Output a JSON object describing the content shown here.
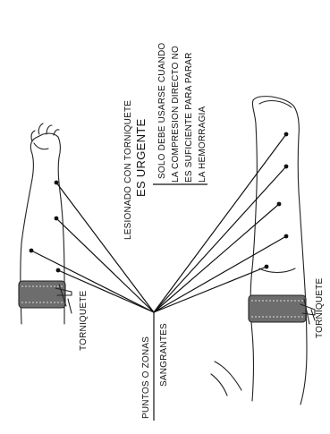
{
  "texts": {
    "urgent_line1": "LESIONADO CON TORNIQUETE",
    "urgent_line2": "ES URGENTE",
    "note_line1": "SOLO DEBE USARSE CUANDO",
    "note_line2": "LA COMPRESION DIRECTO NO",
    "note_line3": "ES SUFICIENTE PARA PARAR",
    "note_line4": "LA HEMORRAGIA",
    "points_line1": "PUNTOS O ZONAS",
    "points_line2": "SANGRANTES",
    "tourniquet_arm": "TORNIQUETE",
    "tourniquet_leg": "TORNIQUETE"
  },
  "colors": {
    "ink": "#111111",
    "band_fill": "#6d6d6d",
    "background": "#ffffff"
  }
}
